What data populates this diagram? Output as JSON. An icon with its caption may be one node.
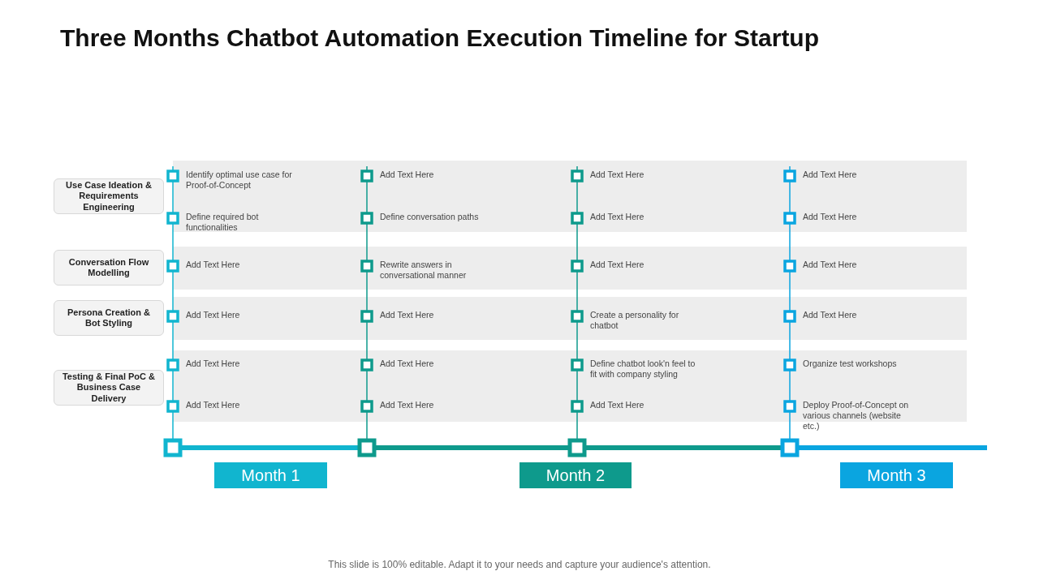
{
  "diagram": {
    "title": "Three Months Chatbot Automation Execution Timeline for Startup",
    "caption": "This slide is 100% editable. Adapt it to your needs and capture your audience's attention.",
    "nodes": [
      {
        "text": [
          "Use Case Ideation & Requirements Engineering"
        ]
      },
      {
        "text": [
          "Conversation Flow Modelling"
        ]
      },
      {
        "text": [
          "Persona Creation & Bot Styling"
        ]
      },
      {
        "text": [
          "Testing & Final PoC & Business Case Delivery"
        ]
      },
      {
        "text": [
          "Month 1"
        ]
      },
      {
        "text": [
          "Month 2"
        ]
      },
      {
        "text": [
          "Month 3"
        ]
      }
    ],
    "edges": [],
    "labels": [
      "Identify optimal use case for Proof-of-Concept",
      "Add Text Here",
      "Add Text Here",
      "Add Text Here",
      "Define required bot functionalities",
      "Define conversation paths",
      "Add Text Here",
      "Add Text Here",
      "Add Text Here",
      "Rewrite answers in conversational manner",
      "Add Text Here",
      "Add Text Here",
      "Add Text Here",
      "Add Text Here",
      "Create a personality for chatbot",
      "Add Text Here",
      "Add Text Here",
      "Add Text Here",
      "Define chatbot look'n feel to fit with company styling",
      "Organize test workshops",
      "Add Text Here",
      "Add Text Here",
      "Add Text Here",
      "Deploy Proof-of-Concept on various channels (website etc.)"
    ]
  }
}
